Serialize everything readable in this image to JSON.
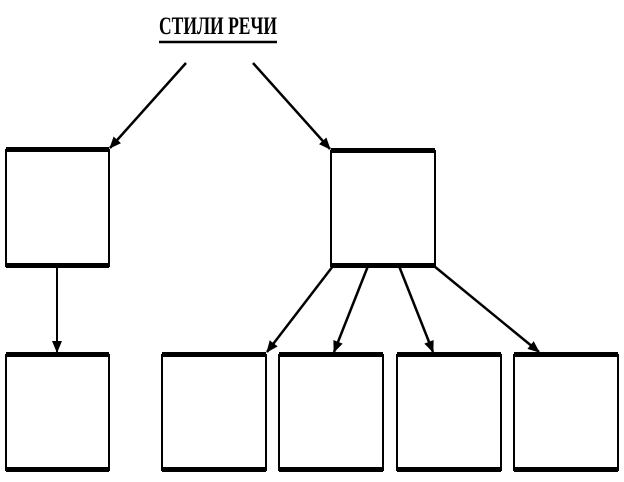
{
  "diagram": {
    "title": "СТИЛИ РЕЧИ",
    "line_color": "#000000",
    "background_color": "#ffffff",
    "boxes": [
      {
        "id": "left-mid",
        "label": ""
      },
      {
        "id": "right-mid",
        "label": ""
      },
      {
        "id": "left-bottom",
        "label": ""
      },
      {
        "id": "bottom-1",
        "label": ""
      },
      {
        "id": "bottom-2",
        "label": ""
      },
      {
        "id": "bottom-3",
        "label": ""
      },
      {
        "id": "bottom-4",
        "label": ""
      }
    ],
    "connections": [
      {
        "from": "title",
        "to": "left-mid"
      },
      {
        "from": "title",
        "to": "right-mid"
      },
      {
        "from": "left-mid",
        "to": "left-bottom"
      },
      {
        "from": "right-mid",
        "to": "bottom-1"
      },
      {
        "from": "right-mid",
        "to": "bottom-2"
      },
      {
        "from": "right-mid",
        "to": "bottom-3"
      },
      {
        "from": "right-mid",
        "to": "bottom-4"
      }
    ]
  }
}
